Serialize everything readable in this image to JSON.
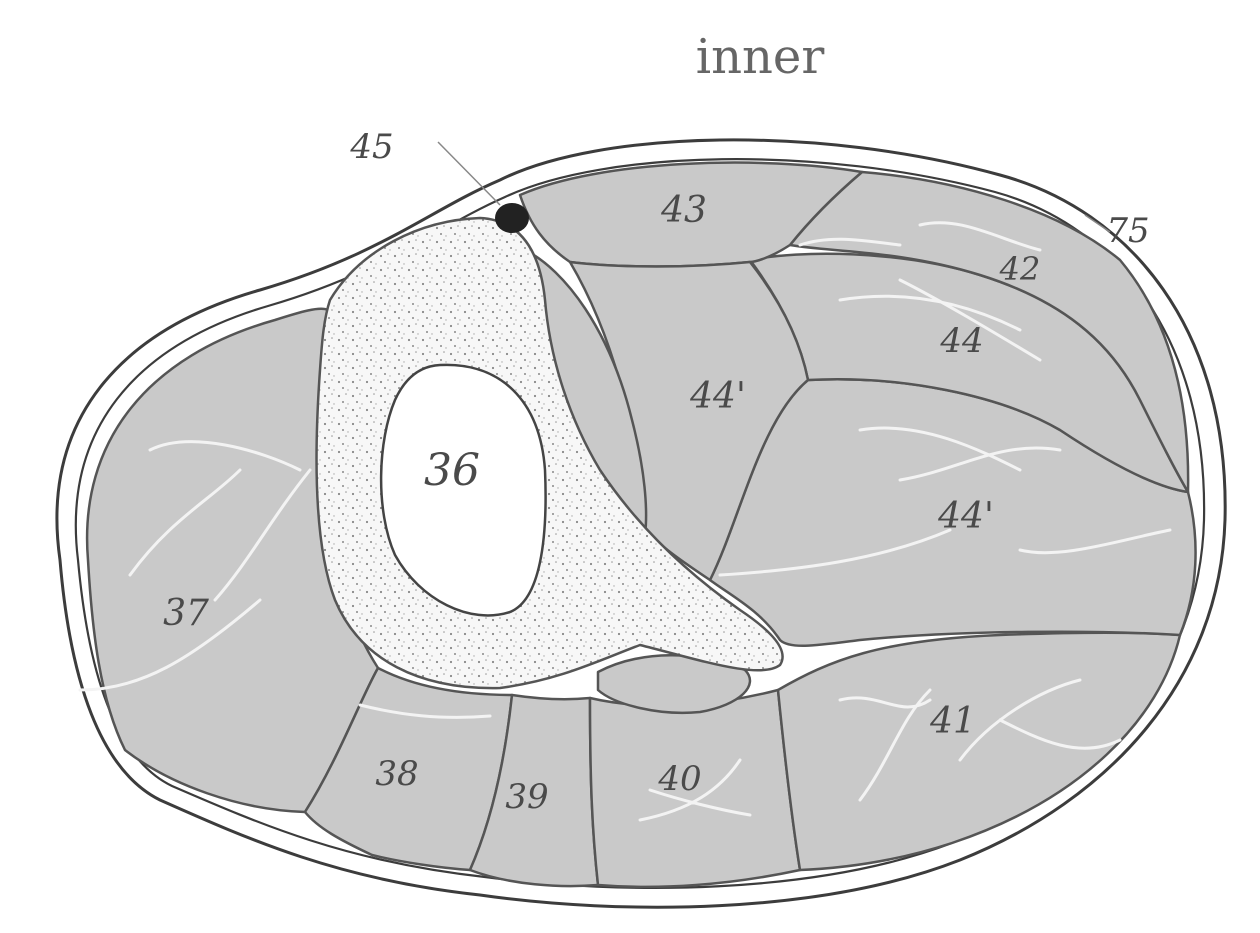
{
  "title": "inner",
  "labels": {
    "l36": "36",
    "l37": "37",
    "l38": "38",
    "l39": "39",
    "l40": "40",
    "l41": "41",
    "l42": "42",
    "l43": "43",
    "l44a": "44",
    "l44b": "44'",
    "l44c": "44'",
    "l45": "45",
    "l75": "75"
  },
  "colors": {
    "muscle": "#c9c9c9",
    "bone": "#f6f6f6",
    "outline": "#3c3c3c",
    "vessel": "#222222"
  }
}
